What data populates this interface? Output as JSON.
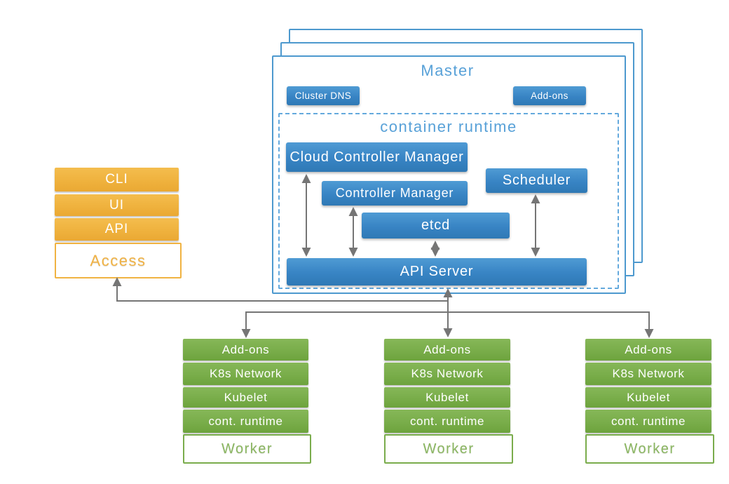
{
  "master": {
    "title": "Master",
    "buttons": {
      "cluster_dns": "Cluster DNS",
      "add_ons": "Add-ons"
    },
    "runtime": {
      "title": "container runtime",
      "components": {
        "cloud_controller_manager": "Cloud Controller Manager",
        "controller_manager": "Controller Manager",
        "scheduler": "Scheduler",
        "etcd": "etcd",
        "api_server": "API Server"
      }
    }
  },
  "access": {
    "rows": [
      "CLI",
      "UI",
      "API"
    ],
    "label": "Access"
  },
  "workers": [
    {
      "rows": [
        "Add-ons",
        "K8s Network",
        "Kubelet",
        "cont. runtime"
      ],
      "label": "Worker"
    },
    {
      "rows": [
        "Add-ons",
        "K8s Network",
        "Kubelet",
        "cont. runtime"
      ],
      "label": "Worker"
    },
    {
      "rows": [
        "Add-ons",
        "K8s Network",
        "Kubelet",
        "cont. runtime"
      ],
      "label": "Worker"
    }
  ],
  "palette": {
    "component_blue": "#3884c4",
    "outline_blue": "#4d99ce",
    "title_blue": "#58a1d8",
    "access_orange": "#f0b342",
    "worker_green": "#79ad4a",
    "worker_text_green": "#8ab660",
    "arrow_gray": "#757575"
  }
}
